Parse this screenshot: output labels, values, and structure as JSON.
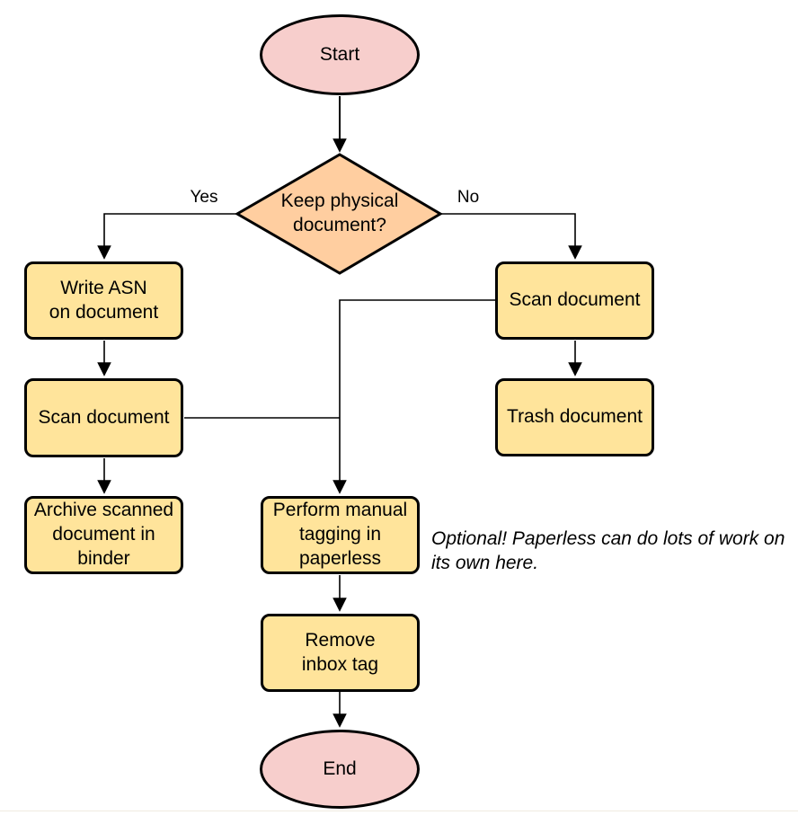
{
  "diagram": {
    "type": "flowchart",
    "colors": {
      "terminal_fill": "#F7CECC",
      "decision_fill": "#FFCEA0",
      "process_fill": "#FFE49B",
      "stroke": "#000000",
      "background": "#ffffff"
    },
    "nodes": {
      "start": "Start",
      "decision": "Keep physical\ndocument?",
      "write_asn": "Write ASN\non document",
      "scan_left": "Scan document",
      "archive": "Archive scanned\ndocument in\nbinder",
      "scan_right": "Scan document",
      "trash": "Trash document",
      "tagging": "Perform manual\ntagging in\npaperless",
      "remove_inbox": "Remove\ninbox tag",
      "end": "End"
    },
    "edge_labels": {
      "yes": "Yes",
      "no": "No"
    },
    "edges": [
      {
        "from": "start",
        "to": "decision",
        "label": ""
      },
      {
        "from": "decision",
        "to": "write_asn",
        "label": "Yes"
      },
      {
        "from": "decision",
        "to": "scan_right",
        "label": "No"
      },
      {
        "from": "write_asn",
        "to": "scan_left",
        "label": ""
      },
      {
        "from": "scan_left",
        "to": "archive",
        "label": ""
      },
      {
        "from": "scan_right",
        "to": "trash",
        "label": ""
      },
      {
        "from": "scan_right",
        "to": "tagging",
        "label": ""
      },
      {
        "from": "scan_left",
        "to": "tagging",
        "label": ""
      },
      {
        "from": "tagging",
        "to": "remove_inbox",
        "label": ""
      },
      {
        "from": "remove_inbox",
        "to": "end",
        "label": ""
      }
    ],
    "note": "Optional! Paperless can do lots of work on\nits own here."
  }
}
